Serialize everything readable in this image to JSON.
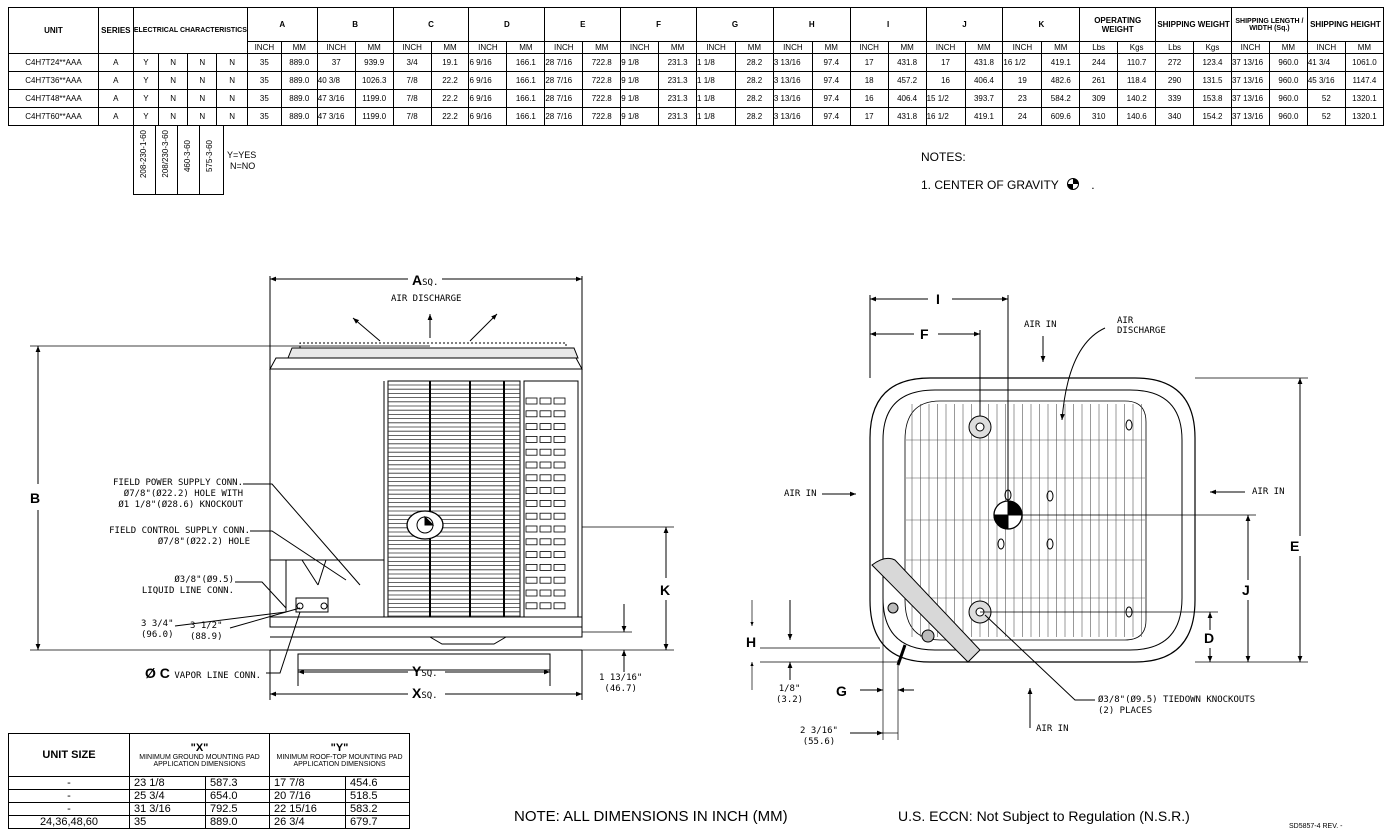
{
  "spec_table": {
    "headers": {
      "unit": "UNIT",
      "series": "SERIES",
      "electrical": "ELECTRICAL CHARACTERISTICS",
      "dims": [
        "A",
        "B",
        "C",
        "D",
        "E",
        "F",
        "G",
        "H",
        "I",
        "J",
        "K"
      ],
      "operating_weight": "OPERATING WEIGHT",
      "shipping_weight": "SHIPPING WEIGHT",
      "shipping_lw": "SHIPPING LENGTH / WIDTH (Sq.)",
      "shipping_height": "SHIPPING HEIGHT",
      "inch": "INCH",
      "mm": "MM",
      "lbs": "Lbs",
      "kgs": "Kgs"
    },
    "rows": [
      [
        "C4H7T24**AAA",
        "A",
        "Y",
        "N",
        "N",
        "N",
        "35",
        "889.0",
        "37",
        "939.9",
        "3/4",
        "19.1",
        "6  9/16",
        "166.1",
        "28  7/16",
        "722.8",
        "9  1/8",
        "231.3",
        "1  1/8",
        "28.2",
        "3 13/16",
        "97.4",
        "17",
        "431.8",
        "17",
        "431.8",
        "16  1/2",
        "419.1",
        "244",
        "110.7",
        "272",
        "123.4",
        "37 13/16",
        "960.0",
        "41  3/4",
        "1061.0"
      ],
      [
        "C4H7T36**AAA",
        "A",
        "Y",
        "N",
        "N",
        "N",
        "35",
        "889.0",
        "40  3/8",
        "1026.3",
        "7/8",
        "22.2",
        "6  9/16",
        "166.1",
        "28  7/16",
        "722.8",
        "9  1/8",
        "231.3",
        "1  1/8",
        "28.2",
        "3 13/16",
        "97.4",
        "18",
        "457.2",
        "16",
        "406.4",
        "19",
        "482.6",
        "261",
        "118.4",
        "290",
        "131.5",
        "37 13/16",
        "960.0",
        "45  3/16",
        "1147.4"
      ],
      [
        "C4H7T48**AAA",
        "A",
        "Y",
        "N",
        "N",
        "N",
        "35",
        "889.0",
        "47  3/16",
        "1199.0",
        "7/8",
        "22.2",
        "6  9/16",
        "166.1",
        "28  7/16",
        "722.8",
        "9  1/8",
        "231.3",
        "1  1/8",
        "28.2",
        "3 13/16",
        "97.4",
        "16",
        "406.4",
        "15  1/2",
        "393.7",
        "23",
        "584.2",
        "309",
        "140.2",
        "339",
        "153.8",
        "37 13/16",
        "960.0",
        "52",
        "1320.1"
      ],
      [
        "C4H7T60**AAA",
        "A",
        "Y",
        "N",
        "N",
        "N",
        "35",
        "889.0",
        "47  3/16",
        "1199.0",
        "7/8",
        "22.2",
        "6  9/16",
        "166.1",
        "28  7/16",
        "722.8",
        "9  1/8",
        "231.3",
        "1  1/8",
        "28.2",
        "3 13/16",
        "97.4",
        "17",
        "431.8",
        "16  1/2",
        "419.1",
        "24",
        "609.6",
        "310",
        "140.6",
        "340",
        "154.2",
        "37 13/16",
        "960.0",
        "52",
        "1320.1"
      ]
    ],
    "voltages": [
      "208-230-1-60",
      "208/230-3-60",
      "460-3-60",
      "575-3-60"
    ],
    "legend": [
      "Y=YES",
      "N=NO"
    ]
  },
  "notes": {
    "title": "NOTES:",
    "note1": "1. CENTER OF GRAVITY"
  },
  "front_view": {
    "a_label": "A",
    "a_sq": "SQ.",
    "air_discharge": "AIR DISCHARGE",
    "b_label": "B",
    "power_conn": [
      "FIELD POWER SUPPLY CONN.",
      "Ø7/8\"(Ø22.2) HOLE WITH",
      "Ø1 1/8\"(Ø28.6) KNOCKOUT"
    ],
    "control_conn": [
      "FIELD CONTROL SUPPLY CONN.",
      "Ø7/8\"(Ø22.2) HOLE"
    ],
    "liquid_conn": [
      "Ø3/8\"(Ø9.5)",
      "LIQUID LINE CONN."
    ],
    "dim_334": [
      "3 3/4\"",
      "(96.0)"
    ],
    "dim_312": [
      "3 1/2\"",
      "(88.9)"
    ],
    "vapor_c": "Ø C",
    "vapor_conn": "VAPOR LINE CONN.",
    "k_label": "K",
    "y_label": "Y",
    "y_sq": "SQ.",
    "x_label": "X",
    "x_sq": "SQ.",
    "dim_11316": [
      "1 13/16\"",
      "(46.7)"
    ]
  },
  "top_view": {
    "i_label": "I",
    "f_label": "F",
    "air_in_top": "AIR IN",
    "air_discharge": [
      "AIR",
      "DISCHARGE"
    ],
    "air_in_left": "AIR IN",
    "air_in_right": "AIR IN",
    "air_in_bottom": "AIR IN",
    "e_label": "E",
    "j_label": "J",
    "d_label": "D",
    "h_label": "H",
    "g_label": "G",
    "dim_18": [
      "1/8\"",
      "(3.2)"
    ],
    "dim_2316": [
      "2 3/16\"",
      "(55.6)"
    ],
    "tiedown": [
      "Ø3/8\"(Ø9.5) TIEDOWN KNOCKOUTS",
      "(2) PLACES"
    ]
  },
  "pad_table": {
    "h_unit": "UNIT SIZE",
    "h_x": "\"X\"",
    "h_x_sub": "MINIMUM GROUND MOUNTING PAD APPLICATION DIMENSIONS",
    "h_y": "\"Y\"",
    "h_y_sub": "MINIMUM ROOF-TOP MOUNTING PAD APPLICATION DIMENSIONS",
    "rows": [
      [
        "-",
        "23  1/8",
        "587.3",
        "17  7/8",
        "454.6"
      ],
      [
        "-",
        "25  3/4",
        "654.0",
        "20  7/16",
        "518.5"
      ],
      [
        "-",
        "31  3/16",
        "792.5",
        "22 15/16",
        "583.2"
      ],
      [
        "24,36,48,60",
        "35",
        "889.0",
        "26  3/4",
        "679.7"
      ]
    ]
  },
  "footer": {
    "note": "NOTE: ALL DIMENSIONS IN INCH (MM)",
    "eccn": "U.S. ECCN:  Not Subject to Regulation (N.S.R.)",
    "rev": "SD5857-4 REV. -"
  }
}
